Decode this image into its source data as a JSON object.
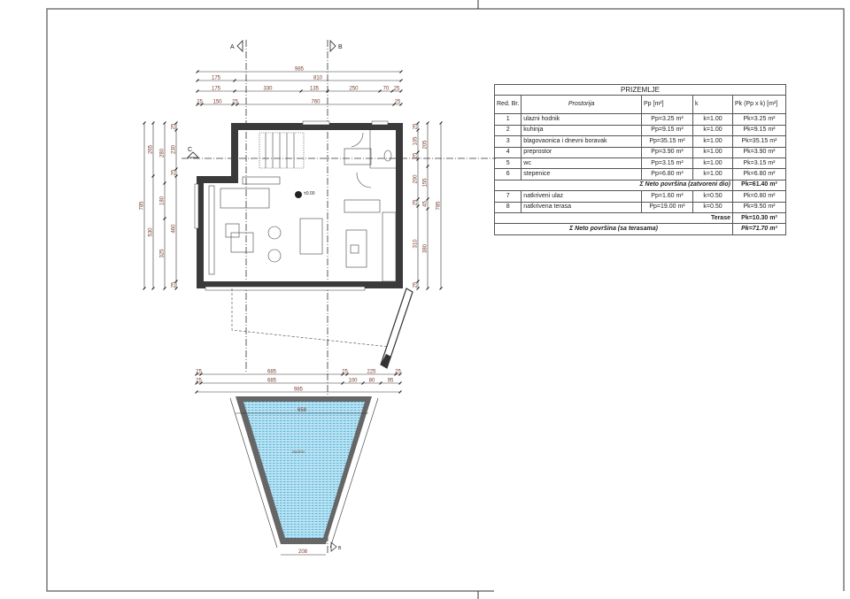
{
  "section_markers": {
    "a": "A",
    "b": "B",
    "c": "C"
  },
  "elevation": "±0.00",
  "dimensions": {
    "top_rows": [
      [
        "985"
      ],
      [
        "175",
        "810"
      ],
      [
        "175",
        "330",
        "135",
        "250",
        "70",
        "25"
      ],
      [
        "25",
        "150",
        "25",
        "760",
        "25"
      ]
    ],
    "left_cols": [
      [
        "785"
      ],
      [
        "265",
        "530"
      ],
      [
        "280",
        "180",
        "325"
      ],
      [
        "25",
        "230",
        "25",
        "460",
        "25"
      ]
    ],
    "right_cols": [
      [
        "25",
        "105",
        "25",
        "200",
        "25",
        "310",
        "25"
      ],
      [
        "205",
        "155",
        "45",
        "380"
      ],
      [
        "785"
      ]
    ],
    "pool_rows": [
      [
        "25",
        "685",
        "25",
        "225",
        "25"
      ],
      [
        "25",
        "685",
        "100",
        "80",
        "95"
      ],
      [
        "985"
      ]
    ],
    "pool_width_top": "658",
    "pool_width_bottom": "208"
  },
  "colors": {
    "wall": "#3a3a3a",
    "water": "#a9dcef",
    "water_lines": "#3aa0d0",
    "dimension_text": "#7a3b2e"
  },
  "table": {
    "title": "PRIZEMLJE",
    "headers": {
      "no": "Red. Br.",
      "room": "Prostorija",
      "pp": "Pp [m²]",
      "k": "k",
      "pk": "Pk (Pp x k) [m²]"
    },
    "rows_closed": [
      {
        "no": "1",
        "room": "ulazni hodnik",
        "pp": "Pp=3.25 m²",
        "k": "k=1.00",
        "pk": "Pk=3.25 m²"
      },
      {
        "no": "2",
        "room": "kuhinja",
        "pp": "Pp=9.15 m²",
        "k": "k=1.00",
        "pk": "Pk=9.15 m²"
      },
      {
        "no": "3",
        "room": "blagovaonica i dnevni boravak",
        "pp": "Pp=35.15 m²",
        "k": "k=1.00",
        "pk": "Pk=35.15 m²"
      },
      {
        "no": "4",
        "room": "preprostor",
        "pp": "Pp=3.90 m²",
        "k": "k=1.00",
        "pk": "Pk=3.90 m²"
      },
      {
        "no": "5",
        "room": "wc",
        "pp": "Pp=3.15 m²",
        "k": "k=1.00",
        "pk": "Pk=3.15 m²"
      },
      {
        "no": "6",
        "room": "stepenice",
        "pp": "Pp=6.80 m²",
        "k": "k=1.00",
        "pk": "Pk=6.80 m²"
      }
    ],
    "subtotal_closed": {
      "label": "Σ Neto površina (zatvoreni dio)",
      "value": "Pk=61.40 m²"
    },
    "rows_terrace": [
      {
        "no": "7",
        "room": "natkriveni ulaz",
        "pp": "Pp=1.60 m²",
        "k": "k=0.50",
        "pk": "Pk=0.80 m²"
      },
      {
        "no": "8",
        "room": "natkrivena terasa",
        "pp": "Pp=19.00 m²",
        "k": "k=0.50",
        "pk": "Pk=9.50 m²"
      }
    ],
    "subtotal_terrace": {
      "label": "Terase",
      "value": "Pk=10.30 m²"
    },
    "total": {
      "label": "Σ Neto površina (sa terasama)",
      "value": "Pk=71.70 m²"
    }
  }
}
